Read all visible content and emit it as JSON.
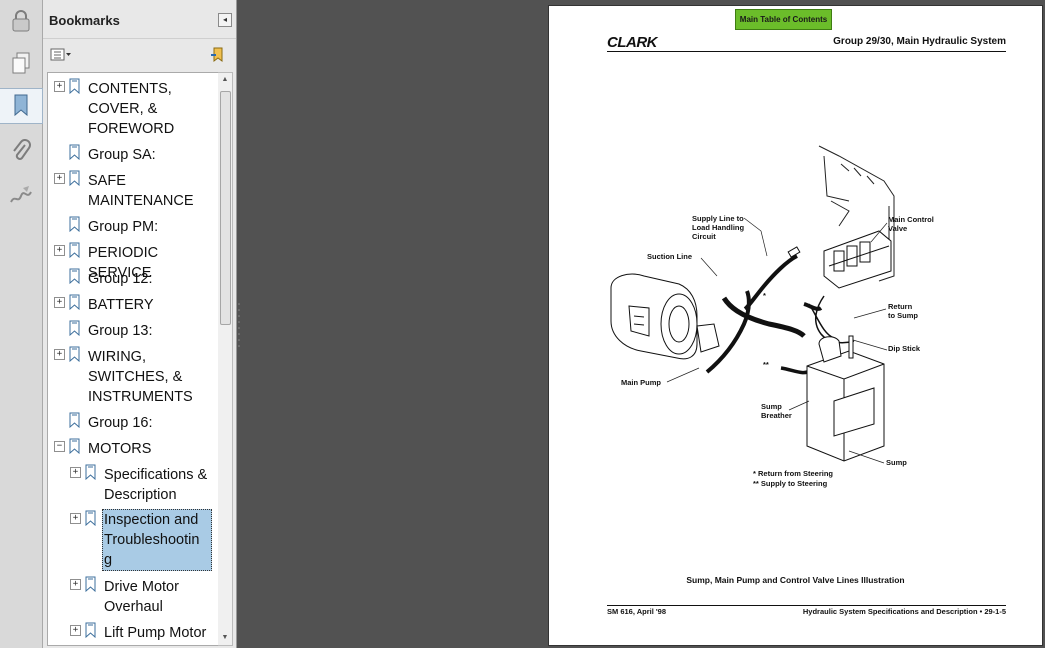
{
  "sidebar_tools": {
    "icons": [
      "lock-icon",
      "pages-icon",
      "bookmark-icon",
      "attachment-icon",
      "signature-icon"
    ]
  },
  "bookmarks_panel": {
    "title": "Bookmarks",
    "collapse_glyph": "◂",
    "items": [
      {
        "label": "CONTENTS,\nCOVER, &\nFOREWORD",
        "level": 1,
        "expander": "+"
      },
      {
        "label": "Group SA:",
        "level": 1,
        "expander": ""
      },
      {
        "label": "SAFE\nMAINTENANCE",
        "level": 1,
        "expander": "+"
      },
      {
        "label": "Group PM:",
        "level": 1,
        "expander": ""
      },
      {
        "label": "PERIODIC SERVICE",
        "level": 1,
        "expander": "+"
      },
      {
        "label": "Group 12:",
        "level": 1,
        "expander": ""
      },
      {
        "label": "BATTERY",
        "level": 1,
        "expander": "+"
      },
      {
        "label": "Group 13:",
        "level": 1,
        "expander": ""
      },
      {
        "label": "WIRING,\nSWITCHES, &\nINSTRUMENTS",
        "level": 1,
        "expander": "+"
      },
      {
        "label": "Group 16:",
        "level": 1,
        "expander": ""
      },
      {
        "label": "MOTORS",
        "level": 1,
        "expander": "−"
      },
      {
        "label": "Specifications &\nDescription",
        "level": 2,
        "expander": "+"
      },
      {
        "label": "Inspection and\nTroubleshootin\ng",
        "level": 2,
        "expander": "+",
        "selected": true
      },
      {
        "label": "Drive Motor\nOverhaul",
        "level": 2,
        "expander": "+"
      },
      {
        "label": "Lift Pump Motor",
        "level": 2,
        "expander": "+"
      }
    ]
  },
  "document": {
    "toc_button": "Main Table of Contents",
    "brand": "CLARK",
    "header": "Group 29/30, Main Hydraulic System",
    "caption": "Sump, Main Pump and Control Valve Lines Illustration",
    "footer_left": "SM 616, April '98",
    "footer_right": "Hydraulic System Specifications and Description   •   29-1-5",
    "labels": {
      "supply_line": "Supply Line to\nLoad Handling\nCircuit",
      "main_control_valve": "Main Control\nValve",
      "suction_line": "Suction Line",
      "return_to_sump": "Return\nto Sump",
      "dip_stick": "Dip Stick",
      "main_pump": "Main Pump",
      "sump_breather": "Sump\nBreather",
      "sump": "Sump",
      "legend_1": "*  Return from Steering",
      "legend_2": "** Supply to Steering",
      "single_star": "*",
      "double_star": "**"
    }
  }
}
